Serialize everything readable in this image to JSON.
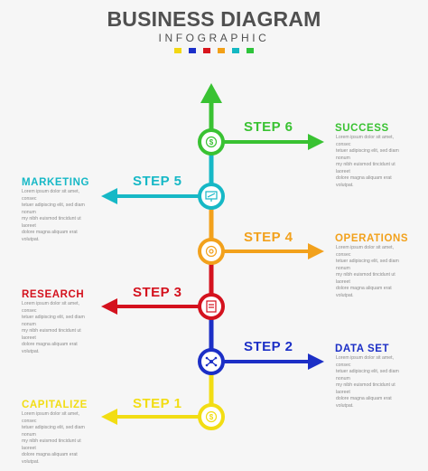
{
  "header": {
    "title": "BUSINESS DIAGRAM",
    "subtitle": "INFOGRAPHIC",
    "dots": [
      "#f2d713",
      "#1b2fc9",
      "#d8151d",
      "#f2a018",
      "#14b8c2",
      "#2ec43b"
    ]
  },
  "steps": [
    {
      "step": "STEP 6",
      "label": "SUCCESS",
      "color": "#39c232",
      "side": "right",
      "icon": "dollar-coin-icon",
      "desc": [
        "Lorem ipsum dolor sit amet, consec",
        "tetuer adipiscing elit, sed diam nonum",
        "my nibh euismod tincidunt ut laoreet",
        "dolore magna aliquam erat volutpat."
      ]
    },
    {
      "step": "STEP 5",
      "label": "MARKETING",
      "color": "#16b8c6",
      "side": "left",
      "icon": "presentation-board-icon",
      "desc": [
        "Lorem ipsum dolor sit amet, consec",
        "tetuer adipiscing elit, sed diam nonum",
        "my nibh euismod tincidunt ut laoreet",
        "dolore magna aliquam erat volutpat."
      ]
    },
    {
      "step": "STEP 4",
      "label": "OPERATIONS",
      "color": "#f2a11c",
      "side": "right",
      "icon": "gear-cycle-icon",
      "desc": [
        "Lorem ipsum dolor sit amet, consec",
        "tetuer adipiscing elit, sed diam nonum",
        "my nibh euismod tincidunt ut laoreet",
        "dolore magna aliquam erat volutpat."
      ]
    },
    {
      "step": "STEP 3",
      "label": "RESEARCH",
      "color": "#d4121e",
      "side": "left",
      "icon": "document-check-icon",
      "desc": [
        "Lorem ipsum dolor sit amet, consec",
        "tetuer adipiscing elit, sed diam nonum",
        "my nibh euismod tincidunt ut laoreet",
        "dolore magna aliquam erat volutpat."
      ]
    },
    {
      "step": "STEP 2",
      "label": "DATA SET",
      "color": "#1c2fc6",
      "side": "right",
      "icon": "network-icon",
      "desc": [
        "Lorem ipsum dolor sit amet, consec",
        "tetuer adipiscing elit, sed diam nonum",
        "my nibh euismod tincidunt ut laoreet",
        "dolore magna aliquam erat volutpat."
      ]
    },
    {
      "step": "STEP 1",
      "label": "CAPITALIZE",
      "color": "#f2dd13",
      "side": "left",
      "icon": "coin-hand-icon",
      "desc": [
        "Lorem ipsum dolor sit amet, consec",
        "tetuer adipiscing elit, sed diam nonum",
        "my nibh euismod tincidunt ut laoreet",
        "dolore magna aliquam erat volutpat."
      ]
    }
  ]
}
